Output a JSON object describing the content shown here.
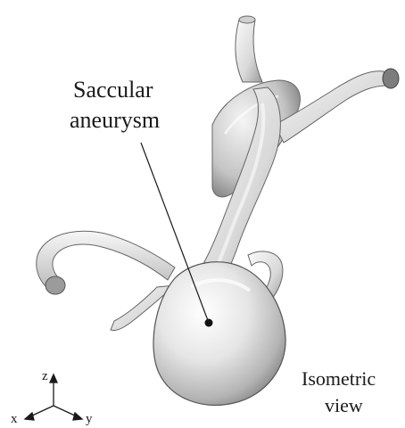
{
  "figure": {
    "annotation": {
      "line1": "Saccular",
      "line2": "aneurysm"
    },
    "view_label": {
      "line1": "Isometric",
      "line2": "view"
    },
    "axes": {
      "z": "z",
      "x": "x",
      "y": "y"
    },
    "colors": {
      "background": "#ffffff",
      "vessel_light": "#f2f2f2",
      "vessel_mid": "#cfcfcf",
      "vessel_dark": "#8a8a8a",
      "outline": "#555555",
      "text": "#1a1a1a"
    }
  }
}
